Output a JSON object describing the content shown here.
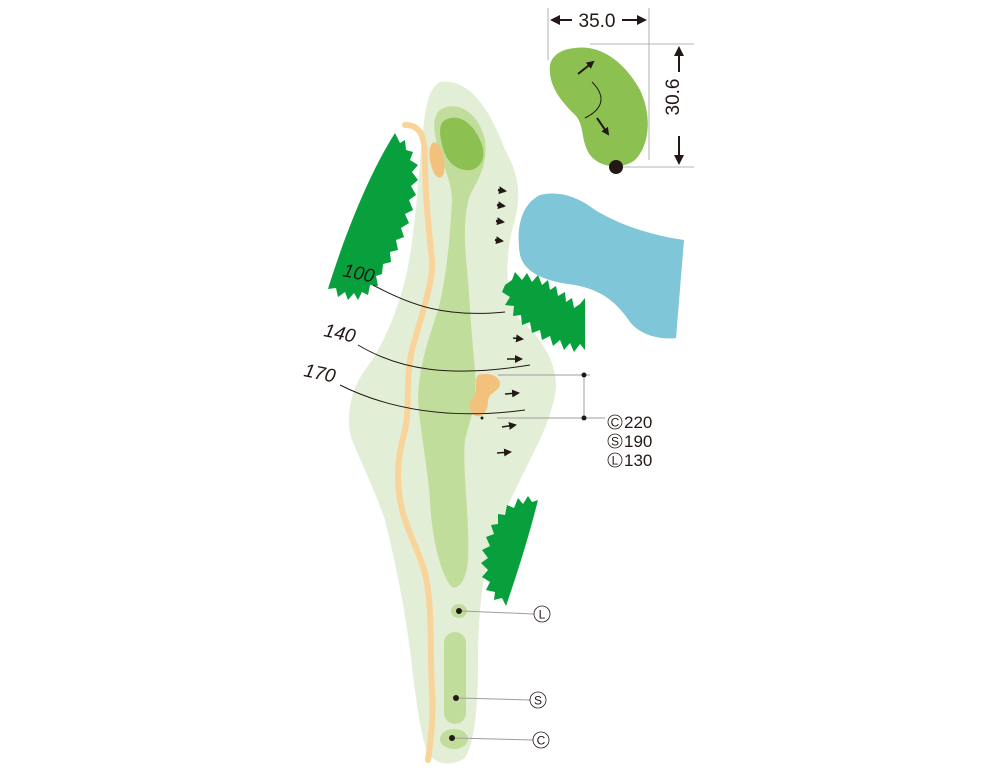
{
  "hole": {
    "green_dimensions": {
      "width": "35.0",
      "depth": "30.6"
    },
    "distance_markers": [
      {
        "label": "100"
      },
      {
        "label": "140"
      },
      {
        "label": "170"
      }
    ],
    "yardage": [
      {
        "tee": "C",
        "value": "220"
      },
      {
        "tee": "S",
        "value": "190"
      },
      {
        "tee": "L",
        "value": "130"
      }
    ],
    "tees": [
      {
        "label": "L"
      },
      {
        "label": "S"
      },
      {
        "label": "C"
      }
    ]
  },
  "colors": {
    "rough": "#e2eed6",
    "fairway": "#c1dd9c",
    "green": "#8cc152",
    "trees": "#08a03c",
    "water": "#7ec6d8",
    "bunker": "#f2c27c",
    "cart_path": "#f9d49a",
    "ink": "#231815",
    "leader": "#9d9d9d"
  }
}
